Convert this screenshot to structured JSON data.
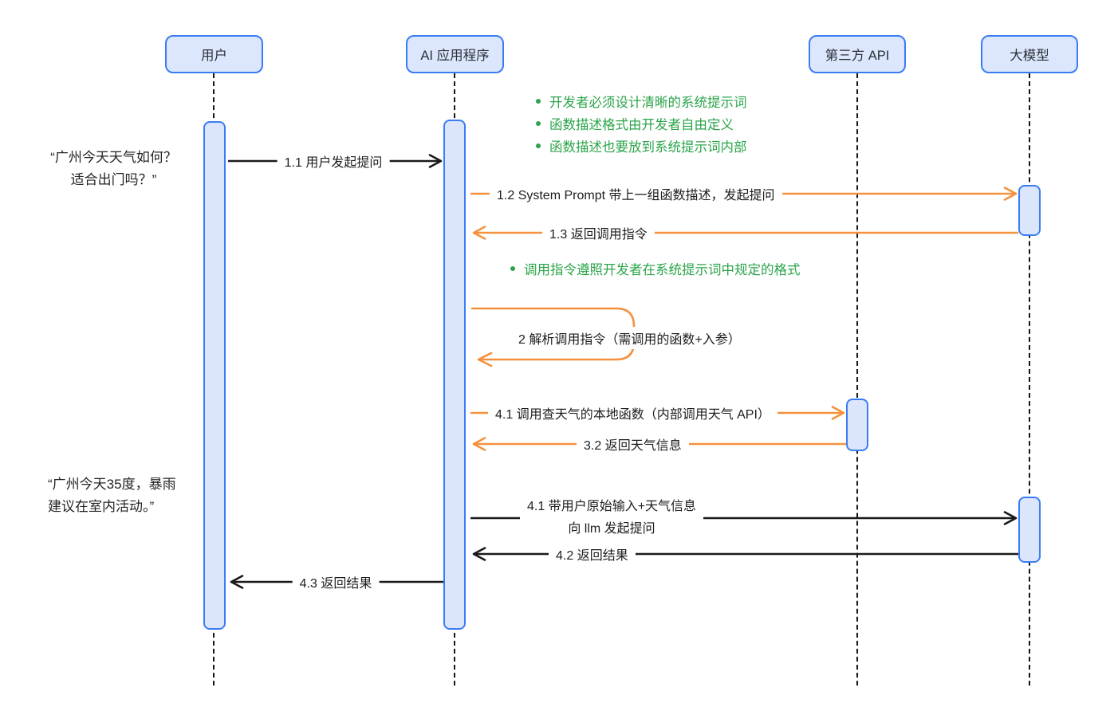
{
  "diagram_type": "sequence-diagram",
  "colors": {
    "actor_fill": "#dce7fd",
    "actor_border": "#3b7cf5",
    "black_arrow": "#1a1a1a",
    "orange_arrow": "#f5913e",
    "note_green": "#2ba44a"
  },
  "actors": [
    {
      "label": "用户"
    },
    {
      "label": "AI 应用程序"
    },
    {
      "label": "第三方 API"
    },
    {
      "label": "大模型"
    }
  ],
  "messages": [
    {
      "label": "1.1 用户发起提问",
      "from": "用户",
      "to": "AI 应用程序",
      "style": "black"
    },
    {
      "label": "1.2 System Prompt 带上一组函数描述，发起提问",
      "from": "AI 应用程序",
      "to": "大模型",
      "style": "orange"
    },
    {
      "label": "1.3 返回调用指令",
      "from": "大模型",
      "to": "AI 应用程序",
      "style": "orange"
    },
    {
      "label": "2 解析调用指令（需调用的函数+入参）",
      "from": "AI 应用程序",
      "to": "AI 应用程序",
      "style": "orange-self-loop"
    },
    {
      "label": "4.1 调用查天气的本地函数（内部调用天气 API）",
      "from": "AI 应用程序",
      "to": "第三方 API",
      "style": "orange"
    },
    {
      "label": "3.2 返回天气信息",
      "from": "第三方 API",
      "to": "AI 应用程序",
      "style": "orange"
    },
    {
      "label": "4.1 带用户原始输入+天气信息",
      "label_line2": "向 llm 发起提问",
      "from": "AI 应用程序",
      "to": "大模型",
      "style": "black"
    },
    {
      "label": "4.2 返回结果",
      "from": "大模型",
      "to": "AI 应用程序",
      "style": "black"
    },
    {
      "label": "4.3 返回结果",
      "from": "AI 应用程序",
      "to": "用户",
      "style": "black"
    }
  ],
  "notes": {
    "top_bullets": [
      {
        "text": "开发者必须设计清晰的系统提示词"
      },
      {
        "text": "函数描述格式由开发者自由定义"
      },
      {
        "text": "函数描述也要放到系统提示词内部"
      }
    ],
    "mid_bullet": "调用指令遵照开发者在系统提示词中规定的格式"
  },
  "quotes": {
    "question_line1": "“广州今天天气如何？",
    "question_line2": "适合出门吗？”",
    "answer_line1": "“广州今天35度，暴雨",
    "answer_line2": "建议在室内活动。”"
  }
}
